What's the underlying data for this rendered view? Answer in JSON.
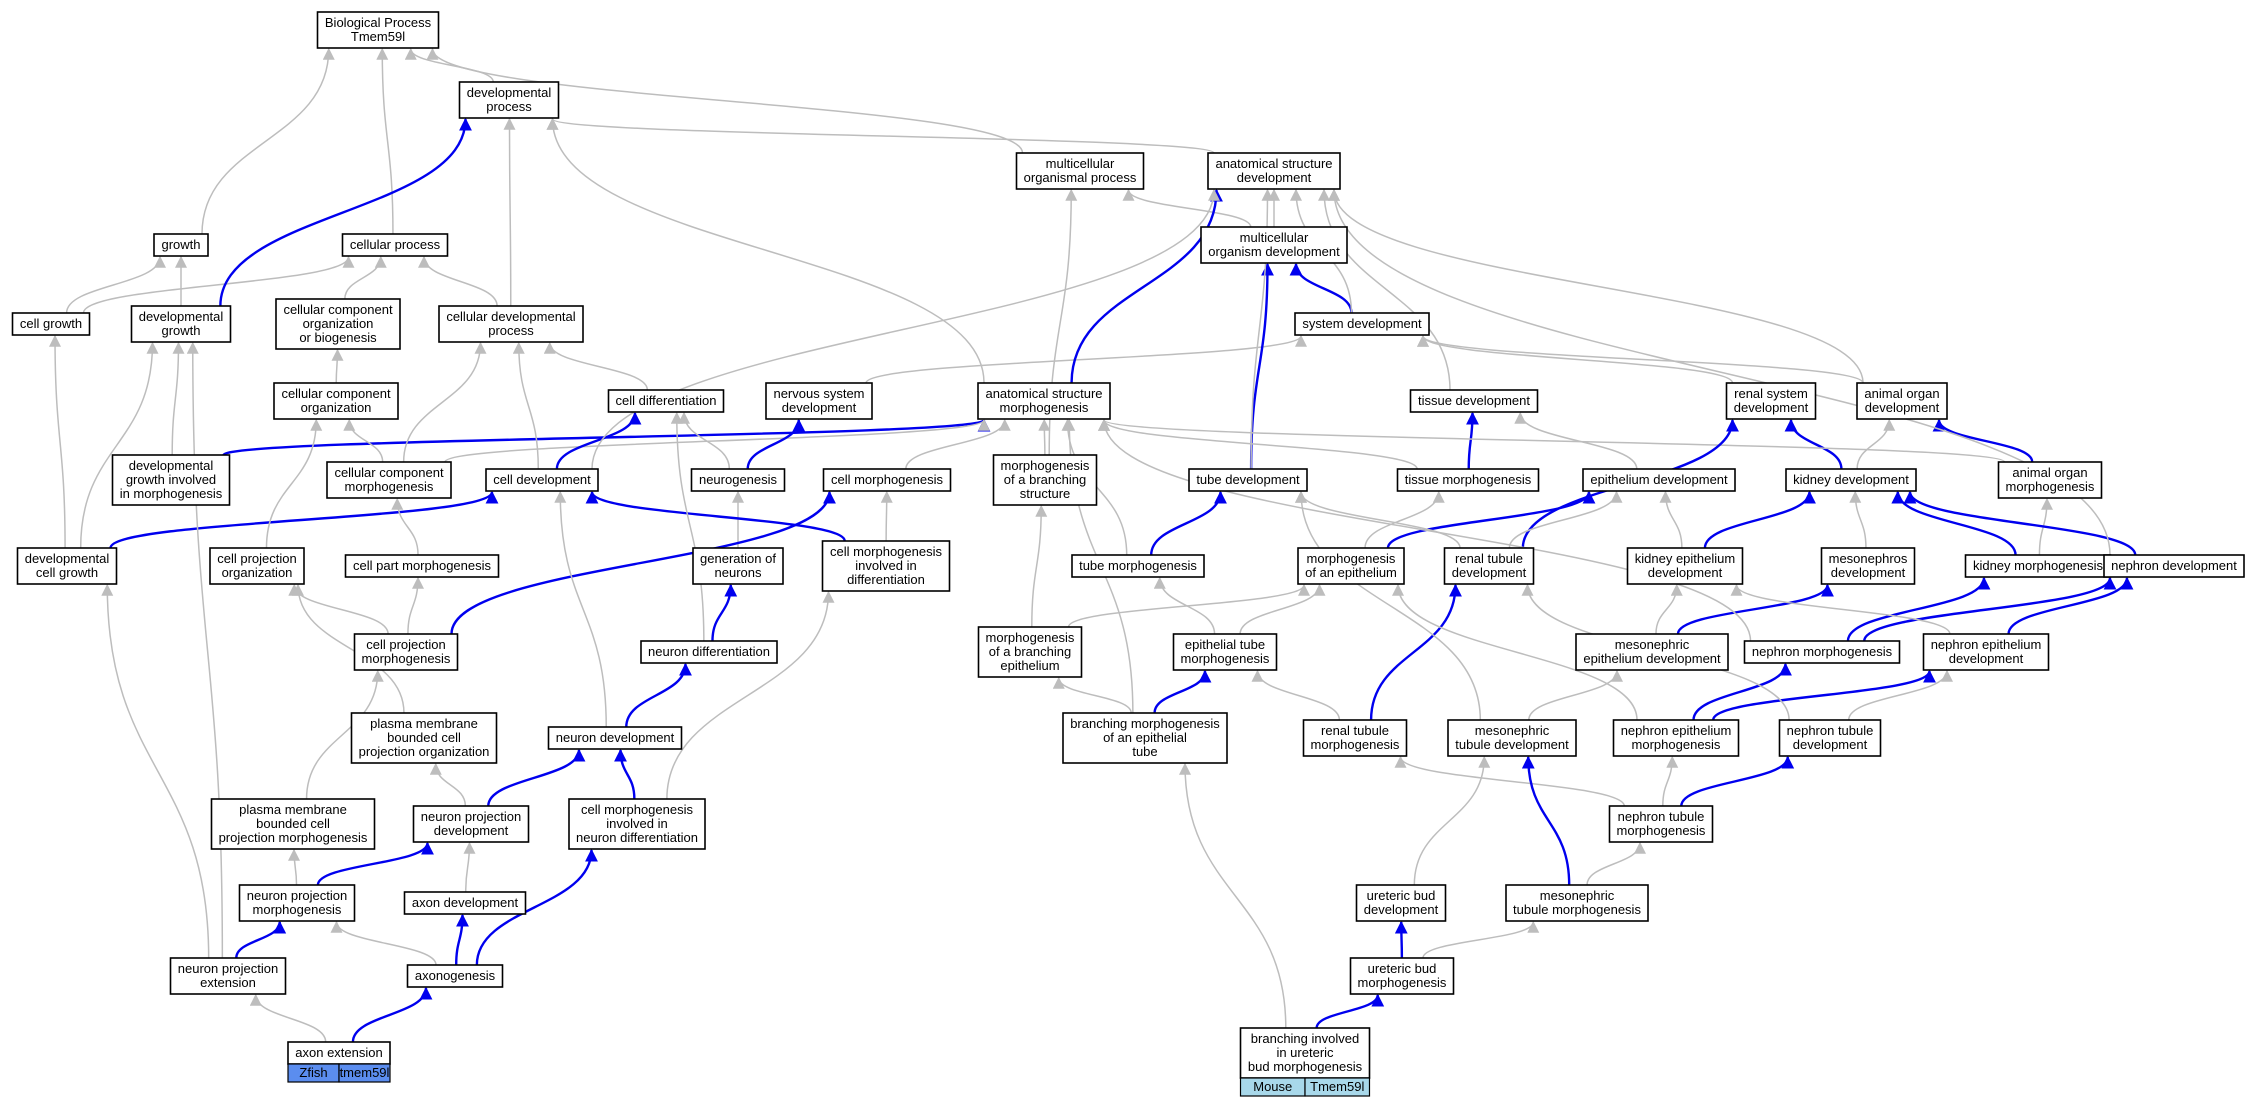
{
  "nodes": {
    "bp": [
      "Biological Process",
      "Tmem59l"
    ],
    "devproc": [
      "developmental",
      "process"
    ],
    "multiproc": [
      "multicellular",
      "organismal process"
    ],
    "asd": [
      "anatomical structure",
      "development"
    ],
    "growth": [
      "growth"
    ],
    "cellproc": [
      "cellular process"
    ],
    "mod": [
      "multicellular",
      "organism development"
    ],
    "cellgrowth": [
      "cell growth"
    ],
    "devgrowth": [
      "developmental",
      "growth"
    ],
    "ccob": [
      "cellular component",
      "organization",
      "or biogenesis"
    ],
    "celldevproc": [
      "cellular developmental",
      "process"
    ],
    "sysdev": [
      "system development"
    ],
    "cco": [
      "cellular component",
      "organization"
    ],
    "celldiff": [
      "cell differentiation"
    ],
    "nsd": [
      "nervous system",
      "development"
    ],
    "asm": [
      "anatomical structure",
      "morphogenesis"
    ],
    "tissuedev": [
      "tissue development"
    ],
    "renalsys": [
      "renal system",
      "development"
    ],
    "animalorgan": [
      "animal organ",
      "development"
    ],
    "dgim": [
      "developmental",
      "growth involved",
      "in morphogenesis"
    ],
    "ccm": [
      "cellular component",
      "morphogenesis"
    ],
    "celldev": [
      "cell development"
    ],
    "neurogenesis": [
      "neurogenesis"
    ],
    "cellmorph": [
      "cell morphogenesis"
    ],
    "mobs": [
      "morphogenesis",
      "of a branching",
      "structure"
    ],
    "tubedev": [
      "tube development"
    ],
    "tissuemorph": [
      "tissue morphogenesis"
    ],
    "epidev": [
      "epithelium development"
    ],
    "kidneydev": [
      "kidney development"
    ],
    "aom": [
      "animal organ",
      "morphogenesis"
    ],
    "devcellgrowth": [
      "developmental",
      "cell growth"
    ],
    "cpo": [
      "cell projection",
      "organization"
    ],
    "cpm_part": [
      "cell part morphogenesis"
    ],
    "genneurons": [
      "generation of",
      "neurons"
    ],
    "cmid": [
      "cell morphogenesis",
      "involved in",
      "differentiation"
    ],
    "tubemorph": [
      "tube morphogenesis"
    ],
    "moae": [
      "morphogenesis",
      "of an epithelium"
    ],
    "renaltubdev": [
      "renal tubule",
      "development"
    ],
    "ked": [
      "kidney epithelium",
      "development"
    ],
    "mesodev": [
      "mesonephros",
      "development"
    ],
    "kidneymorph": [
      "kidney morphogenesis"
    ],
    "nephrondev": [
      "nephron development"
    ],
    "cpm": [
      "cell projection",
      "morphogenesis"
    ],
    "neurondiff": [
      "neuron differentiation"
    ],
    "mobe": [
      "morphogenesis",
      "of a branching",
      "epithelium"
    ],
    "etm": [
      "epithelial tube",
      "morphogenesis"
    ],
    "meed": [
      "mesonephric",
      "epithelium development"
    ],
    "nephronmorph": [
      "nephron morphogenesis"
    ],
    "ned": [
      "nephron epithelium",
      "development"
    ],
    "pmbcpo": [
      "plasma membrane",
      "bounded cell",
      "projection organization"
    ],
    "neurondev": [
      "neuron development"
    ],
    "bmoet": [
      "branching morphogenesis",
      "of an epithelial",
      "tube"
    ],
    "rtm": [
      "renal tubule",
      "morphogenesis"
    ],
    "mtd": [
      "mesonephric",
      "tubule development"
    ],
    "nem": [
      "nephron epithelium",
      "morphogenesis"
    ],
    "ntd": [
      "nephron tubule",
      "development"
    ],
    "pmbcpm": [
      "plasma membrane",
      "bounded cell",
      "projection morphogenesis"
    ],
    "npd": [
      "neuron projection",
      "development"
    ],
    "cmind": [
      "cell morphogenesis",
      "involved in",
      "neuron differentiation"
    ],
    "ntm": [
      "nephron tubule",
      "morphogenesis"
    ],
    "npm": [
      "neuron projection",
      "morphogenesis"
    ],
    "axondev": [
      "axon development"
    ],
    "ubd": [
      "ureteric bud",
      "development"
    ],
    "mtm": [
      "mesonephric",
      "tubule morphogenesis"
    ],
    "npe": [
      "neuron projection",
      "extension"
    ],
    "axonogenesis": [
      "axonogenesis"
    ],
    "ubm": [
      "ureteric bud",
      "morphogenesis"
    ],
    "axonext": [
      "axon extension"
    ],
    "biubm": [
      "branching involved",
      "in ureteric",
      "bud morphogenesis"
    ]
  },
  "annotations": {
    "zfish": {
      "species": "Zfish",
      "gene": "tmem59l"
    },
    "mouse": {
      "species": "Mouse",
      "gene": "Tmem59l"
    }
  },
  "colors": {
    "edge_gray": "#bdbdbd",
    "edge_blue": "#0000ee",
    "zfish_cell": "#5b8def",
    "mouse_cell": "#a8d8ea"
  }
}
